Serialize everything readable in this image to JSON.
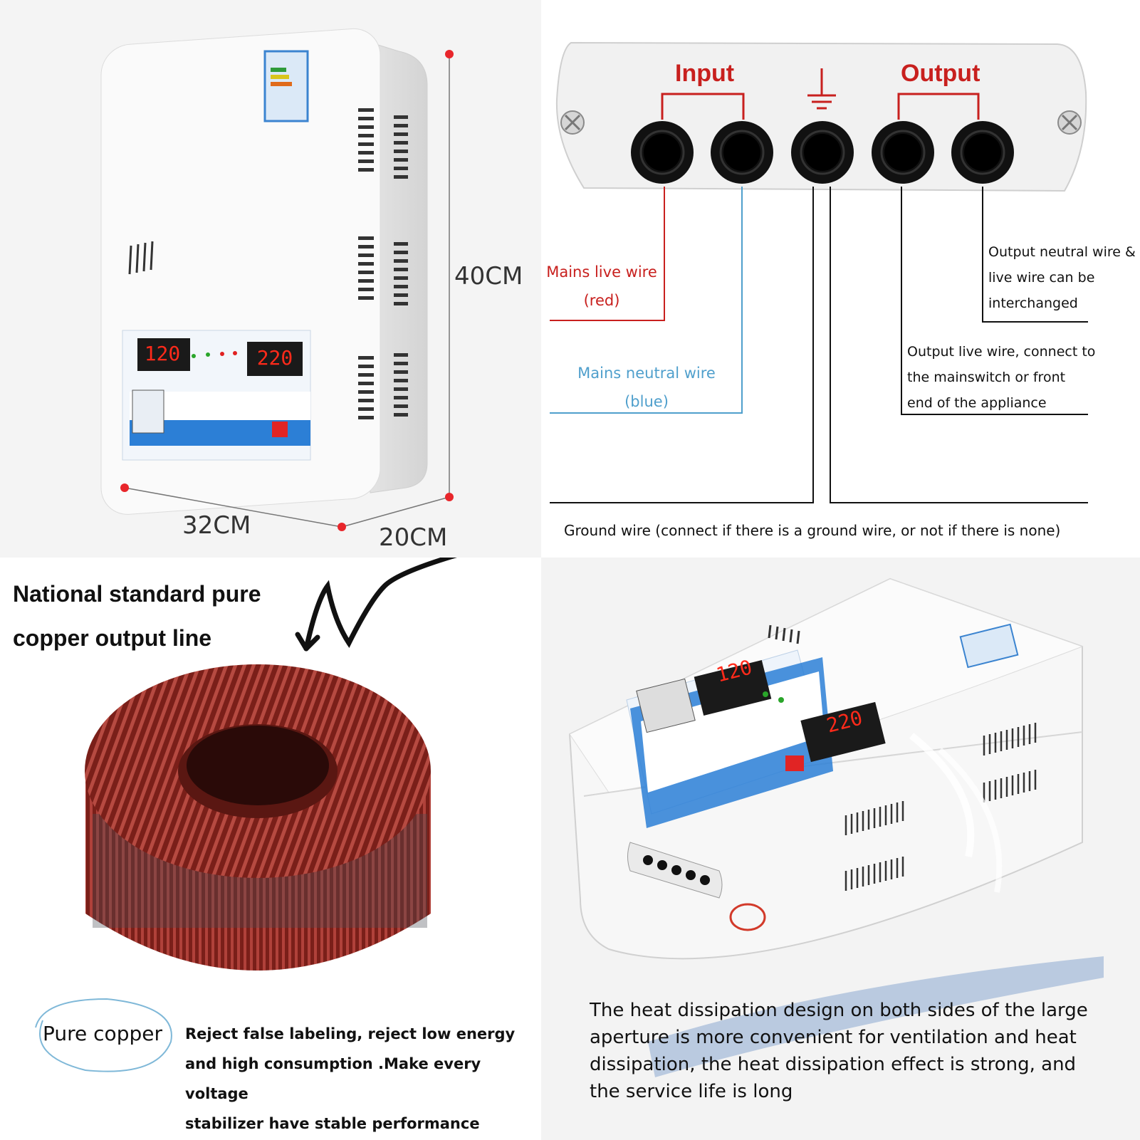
{
  "panel1": {
    "height_label": "40CM",
    "width_label": "32CM",
    "depth_label": "20CM",
    "display_input": "120",
    "display_output": "220"
  },
  "panel2": {
    "input_label": "Input",
    "output_label": "Output",
    "mains_live": [
      "Mains live wire",
      "(red)"
    ],
    "mains_neutral": [
      "Mains neutral wire",
      "(blue)"
    ],
    "output_neutral": [
      "Output neutral wire &",
      "live wire can be",
      "interchanged"
    ],
    "output_live": [
      "Output live wire, connect to",
      "the mainswitch or front",
      "end of the appliance"
    ],
    "ground": "Ground wire (connect if there is a ground wire, or not if there is none)"
  },
  "panel3": {
    "headline": [
      "National standard pure",
      "copper output line"
    ],
    "badge": "Pure copper",
    "claim": [
      "Reject false labeling, reject low energy",
      "and high consumption .Make every voltage",
      "stabilizer have stable performance"
    ]
  },
  "panel4": {
    "display_input": "120",
    "display_output": "220",
    "description": [
      "The heat dissipation design on both sides of the large",
      "aperture is more convenient for ventilation and heat",
      "dissipation, the heat dissipation effect is strong, and",
      "the service life is long"
    ]
  },
  "colors": {
    "label_red": "#c8201e",
    "wire_red": "#c8201e",
    "wire_blue": "#4f9fcc",
    "copper": "#8e2a22",
    "display_red": "#ff2a1a",
    "panel_blue": "#2c7fd6"
  }
}
